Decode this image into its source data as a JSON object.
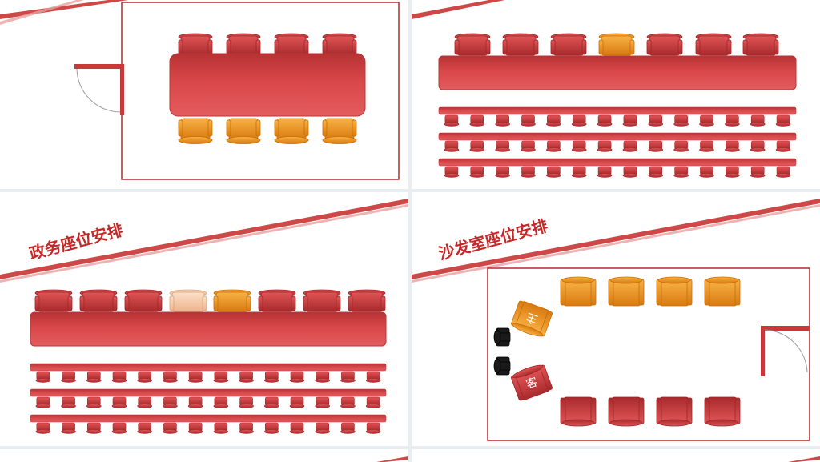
{
  "slides": [
    {
      "id": "rect-table-room",
      "title": ""
    },
    {
      "id": "lecture-layout-top",
      "title": ""
    },
    {
      "id": "government-seating",
      "title": "政务座位安排"
    },
    {
      "id": "sofa-room-seating",
      "title": "沙发室座位安排",
      "host_label": "主",
      "guest_label": "客"
    },
    {
      "id": "partial-slide-left",
      "title": ""
    },
    {
      "id": "partial-slide-right",
      "title": ""
    }
  ],
  "colors": {
    "seat_red": "#c8393a",
    "seat_red_dark": "#9f2628",
    "seat_orange": "#f0961f",
    "seat_orange_dark": "#c76e0a",
    "seat_peach": "#f6c9a6",
    "seat_black": "#151515",
    "table_red": "#d9474a",
    "wall": "#b5282c",
    "title_red": "#c62828",
    "background": "#e7edf0"
  },
  "icons": [
    "door-icon",
    "chair-icon",
    "sofa-icon",
    "table-icon"
  ]
}
